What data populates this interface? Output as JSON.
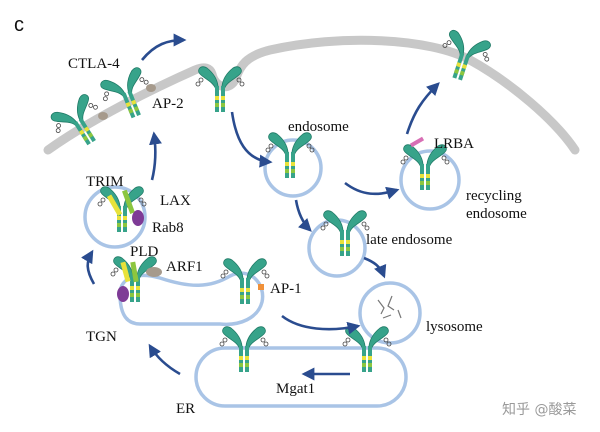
{
  "figure": {
    "panel_label": "c",
    "watermark": "知乎 @酸菜",
    "colors": {
      "membrane": "#c8c8c8",
      "vesicle_stroke": "#a9c4e6",
      "arrow": "#2a4c8f",
      "receptor_teal": "#37a38a",
      "receptor_dark": "#1f7a66",
      "band_yellow": "#e8e23a",
      "band_green": "#8cc63f",
      "ap2_gray": "#a69a8c",
      "rab8_purple": "#7e3b96",
      "lrba_pink": "#d86fb5",
      "ap1_orange": "#f0913a"
    }
  },
  "labels": {
    "ctla4": "CTLA-4",
    "ap2": "AP-2",
    "endosome": "endosome",
    "lrba": "LRBA",
    "recycling": "recycling",
    "recycling_endosome": "endosome",
    "trim": "TRIM",
    "lax": "LAX",
    "rab8": "Rab8",
    "late_endosome": "late endosome",
    "pld": "PLD",
    "arf1": "ARF1",
    "ap1": "AP-1",
    "lysosome": "lysosome",
    "tgn": "TGN",
    "mgat1": "Mgat1",
    "er": "ER"
  }
}
